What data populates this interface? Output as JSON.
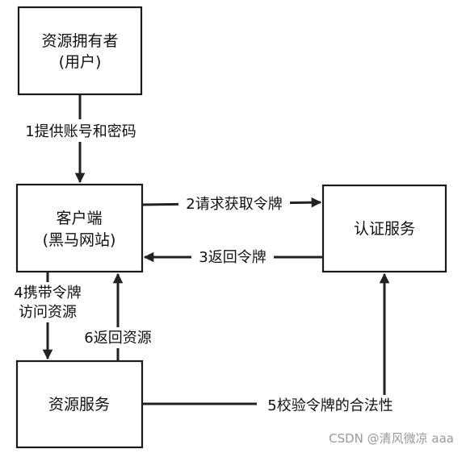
{
  "nodes": {
    "owner": {
      "lines": [
        "资源拥有者",
        "(用户)"
      ]
    },
    "client": {
      "lines": [
        "客户端",
        "(黑马网站)"
      ]
    },
    "auth": {
      "lines": [
        "认证服务"
      ]
    },
    "resource": {
      "lines": [
        "资源服务"
      ]
    }
  },
  "edges": {
    "e1": {
      "label": [
        "1提供账号和密码"
      ]
    },
    "e2": {
      "label": [
        "2请求获取令牌"
      ]
    },
    "e3": {
      "label": [
        "3返回令牌"
      ]
    },
    "e4": {
      "label": [
        "4携带令牌",
        "访问资源"
      ]
    },
    "e5": {
      "label": [
        "5校验令牌的合法性"
      ]
    },
    "e6": {
      "label": [
        "6返回资源"
      ]
    }
  },
  "watermark": "CSDN @清风微凉 aaa",
  "colors": {
    "stroke": "#1a1a1a",
    "text": "#111111",
    "watermark": "#9a9a9a"
  }
}
